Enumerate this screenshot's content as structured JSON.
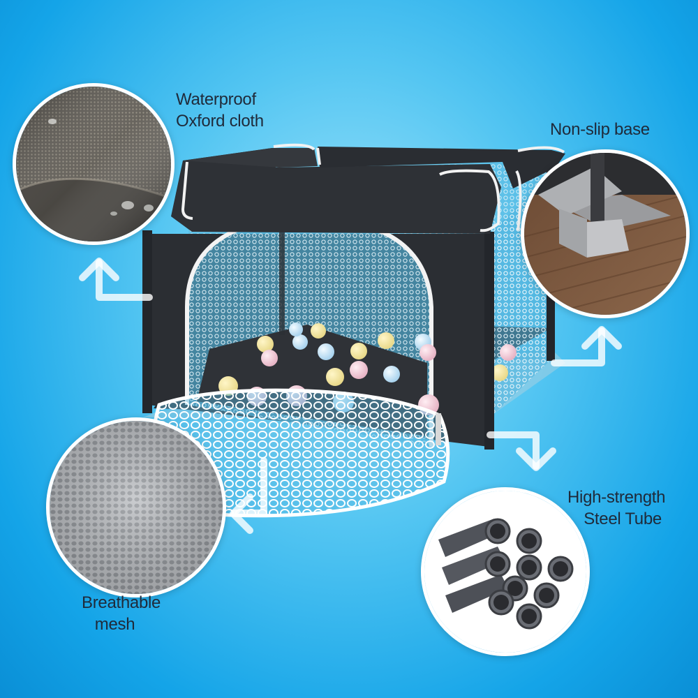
{
  "features": {
    "oxford_cloth": {
      "line1": "Waterproof",
      "line2": "Oxford cloth",
      "icon": "fabric-swatch"
    },
    "non_slip_base": {
      "label": "Non-slip base",
      "icon": "corner-base"
    },
    "steel_tube": {
      "line1": "High-strength",
      "line2": "Steel Tube",
      "icon": "steel-tubes"
    },
    "breathable_mesh": {
      "line1": "Breathable",
      "line2": "mesh",
      "icon": "mesh-swatch"
    }
  },
  "colors": {
    "background": "#14a4e8",
    "playpen_fabric": "#2b2e33",
    "label_text": "#1f2a3a",
    "arrow": "#d8f3fb"
  }
}
